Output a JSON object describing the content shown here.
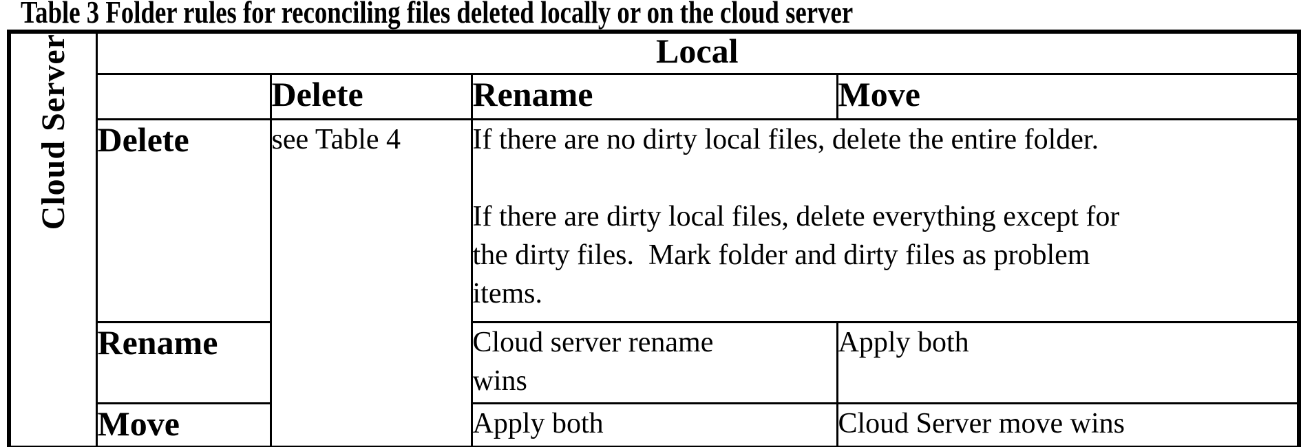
{
  "palette": {
    "background": "#ffffff",
    "text": "#000000",
    "border": "#000000"
  },
  "title": "Table 3 Folder rules for reconciling files deleted locally or on the cloud server",
  "table": {
    "col_group_header": "Local",
    "row_group_header": "Cloud Server",
    "corner_label": "",
    "col_headers": [
      "Delete",
      "Rename",
      "Move"
    ],
    "row_headers": [
      "Delete",
      "Rename",
      "Move"
    ],
    "cells": {
      "delete_delete": "see Table 4",
      "delete_rename_move": "If there are no dirty local files, delete the entire folder.\n\nIf there are dirty local files, delete everything except for\nthe dirty files.  Mark folder and dirty files as problem\nitems.",
      "rename_rename": "Cloud server rename\nwins",
      "rename_move": "Apply both",
      "move_rename": "Apply both",
      "move_move": "Cloud Server move wins"
    }
  }
}
